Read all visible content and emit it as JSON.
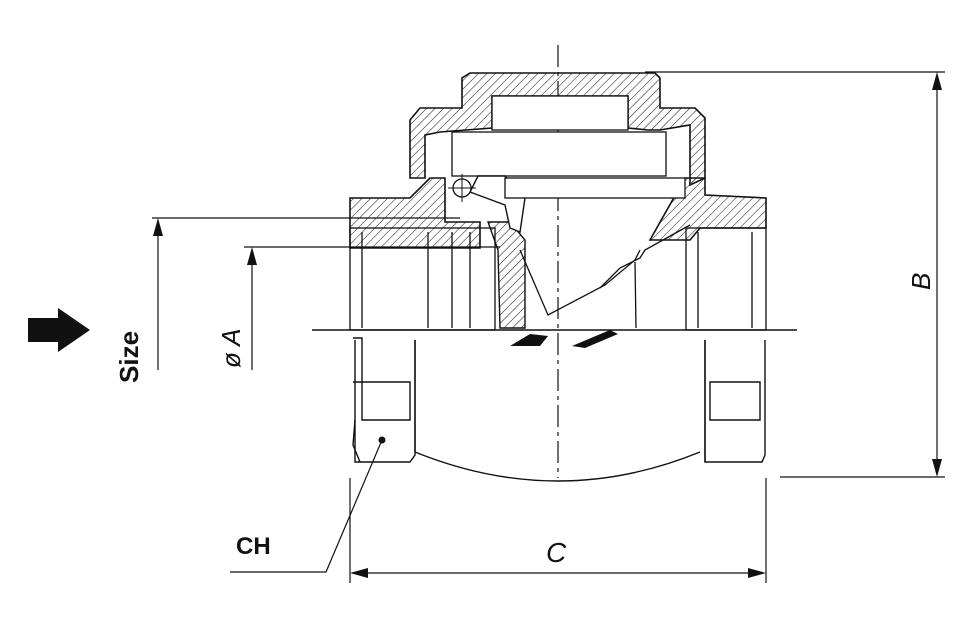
{
  "labels": {
    "size": "Size",
    "diameter_a": "ø A",
    "dim_b": "B",
    "dim_c": "C",
    "ch": "CH"
  },
  "colors": {
    "line": "#111111",
    "background": "#ffffff"
  },
  "icons": {
    "indicator": "arrow-right-icon"
  }
}
